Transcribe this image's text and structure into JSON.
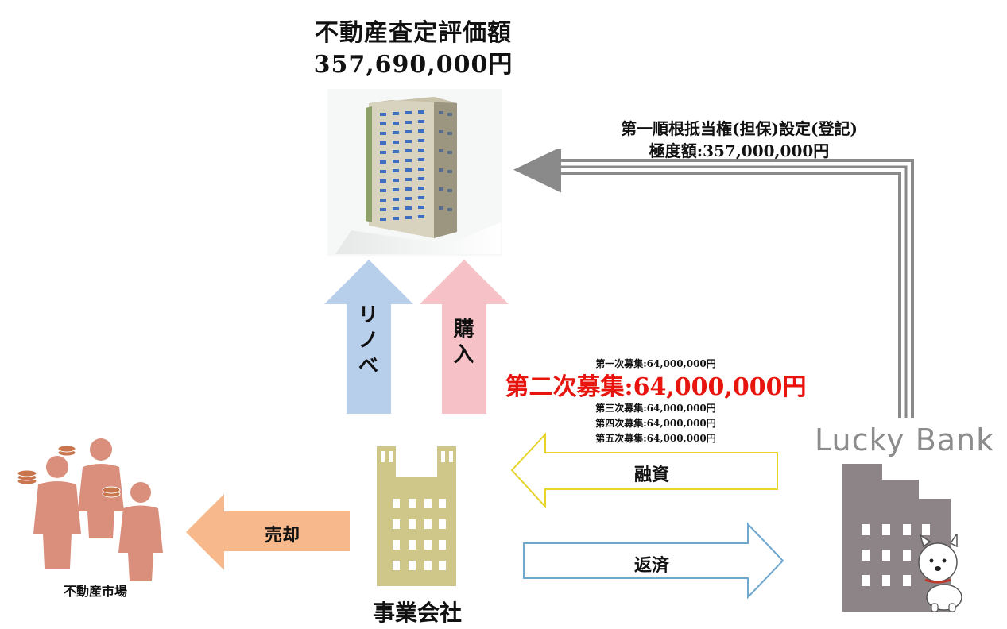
{
  "property": {
    "title": "不動産査定評価額",
    "value": "357,690,000円"
  },
  "lien": {
    "line1": "第一順根抵当権(担保)設定(登記)",
    "line2": "極度額:357,000,000円"
  },
  "arrows": {
    "renovation": "リノベ",
    "purchase": "購入",
    "financing": "融資",
    "repayment": "返済",
    "sale": "売却"
  },
  "rounds": {
    "first": "第一次募集:64,000,000円",
    "second": "第二次募集:64,000,000円",
    "third": "第三次募集:64,000,000円",
    "fourth": "第四次募集:64,000,000円",
    "fifth": "第五次募集:64,000,000円"
  },
  "company": {
    "label": "事業会社"
  },
  "market": {
    "label": "不動産市場"
  },
  "bank": {
    "logo": "Lucky Bank"
  },
  "colors": {
    "renovation_arrow": "#b8cfec",
    "purchase_arrow": "#f7c1c8",
    "sale_arrow": "#f7b98c",
    "financing_outline": "#e7d32a",
    "repayment_outline": "#6fa7cf",
    "highlight_text": "#e8140e",
    "company_building": "#cfc68a",
    "bank_building": "#8c8486",
    "people": "#d98f7c"
  }
}
